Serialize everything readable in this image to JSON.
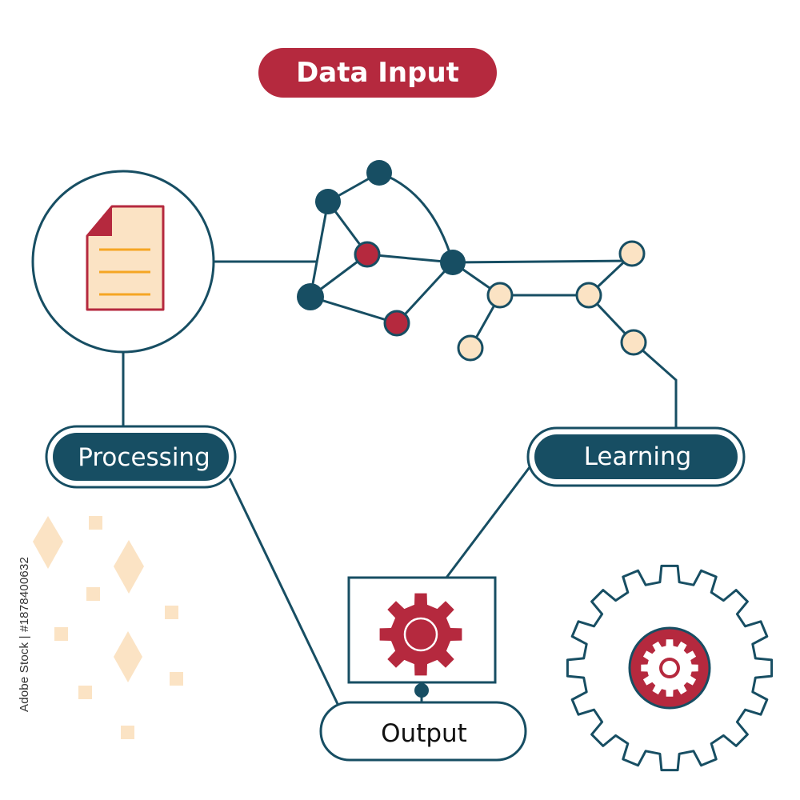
{
  "diagram": {
    "title": "Data Input",
    "nodes": {
      "processing": "Processing",
      "learning": "Learning",
      "output": "Output"
    },
    "icons": [
      "document-icon",
      "network-graph-icon",
      "monitor-gear-icon",
      "large-gear-icon"
    ],
    "colors": {
      "teal": "#174e63",
      "crimson": "#b5293e",
      "peach": "#fbe3c4",
      "orange_line": "#f5a623"
    }
  },
  "watermark": {
    "stock_id": "Adobe Stock | #1878400632"
  }
}
